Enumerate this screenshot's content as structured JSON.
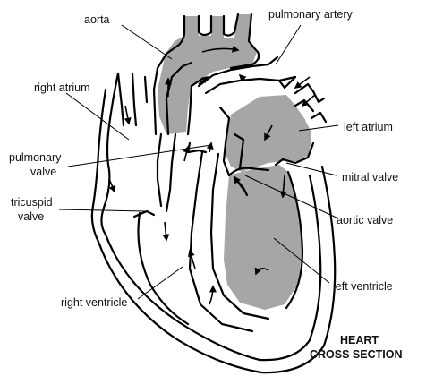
{
  "title_lines": [
    "HEART",
    "CROSS SECTION"
  ],
  "labels": {
    "aorta": "aorta",
    "pulmonary_artery": "pulmonary artery",
    "right_atrium": "right atrium",
    "left_atrium": "left atrium",
    "pulmonary_valve_line1": "pulmonary",
    "pulmonary_valve_line2": "valve",
    "mitral_valve": "mitral valve",
    "tricuspid_valve_line1": "tricuspid",
    "tricuspid_valve_line2": "valve",
    "aortic_valve": "aortic valve",
    "left_ventricle": "left ventricle",
    "right_ventricle": "right ventricle"
  },
  "colors": {
    "oxygenated_fill": "#a6a6a6",
    "outline": "#000000",
    "background": "#ffffff"
  }
}
